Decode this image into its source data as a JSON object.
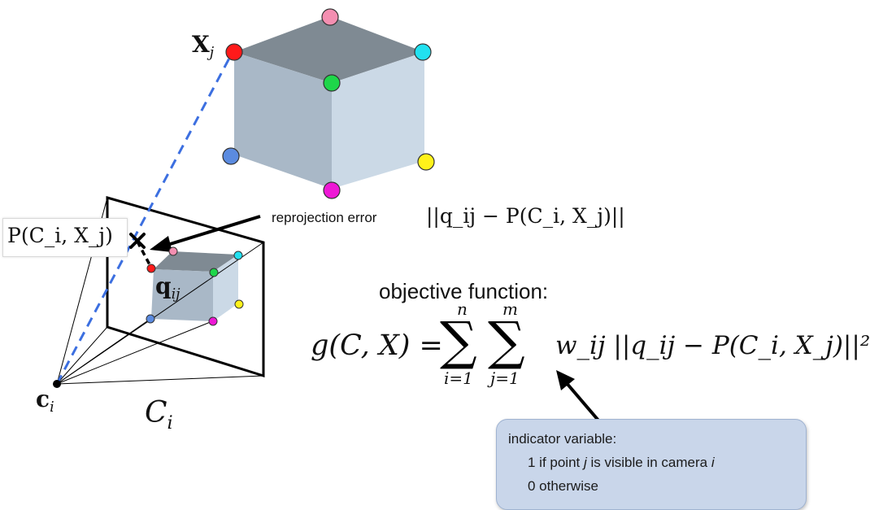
{
  "labels": {
    "point_name": "X",
    "point_sub": "j",
    "projection_label": "P(C_i, X_j)",
    "observation_name": "q",
    "observation_sub": "ij",
    "camera_center_name": "c",
    "camera_center_sub": "i",
    "camera_name": "C",
    "camera_sub": "i"
  },
  "reprojection": {
    "caption": "reprojection error",
    "formula": "||q_ij − P(C_i, X_j)||"
  },
  "objective": {
    "title": "objective function:",
    "lhs": "g(C, X) =",
    "sum1_top": "n",
    "sum1_bottom": "i=1",
    "sum2_top": "m",
    "sum2_bottom": "j=1",
    "summand": "w_ij ||q_ij − P(C_i, X_j)||²"
  },
  "indicator": {
    "heading": "indicator variable:",
    "line1_prefix": "1 if point ",
    "line1_j": "j",
    "line1_mid": " is visible in camera ",
    "line1_i": "i",
    "line2": "0 otherwise"
  },
  "colors": {
    "cube_front": "#a9b8c7",
    "cube_side": "#cbd9e6",
    "cube_top": "#7f8a93",
    "ray": "#3c6fe0",
    "red": "#ff1a1a",
    "pink": "#f48fb1",
    "cyan": "#22e1f0",
    "green": "#1ed64a",
    "blue": "#5b8be0",
    "yellow": "#fff21a",
    "magenta": "#ee18d6",
    "indicator_fill": "#c9d6ea"
  }
}
